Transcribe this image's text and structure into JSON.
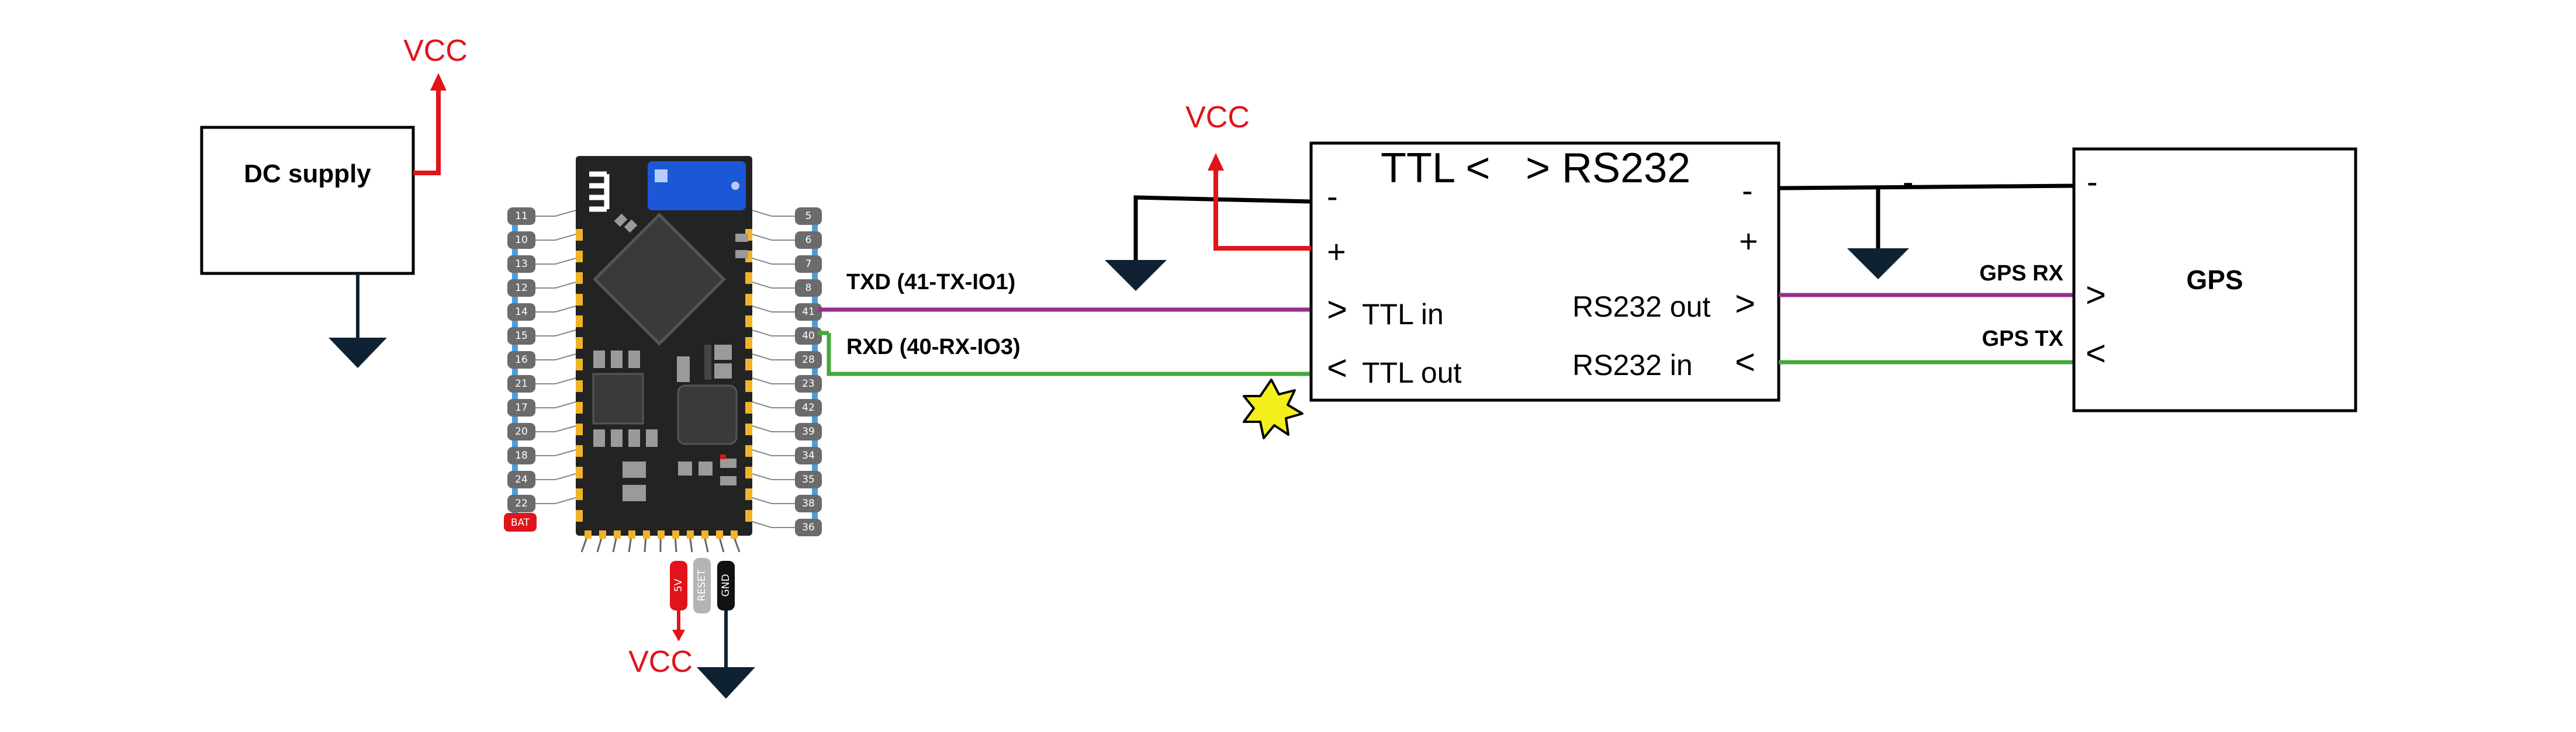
{
  "dc_supply": {
    "label": "DC supply",
    "vcc": "VCC"
  },
  "module": {
    "left_pins": [
      "11",
      "10",
      "13",
      "12",
      "14",
      "15",
      "16",
      "21",
      "17",
      "20",
      "18",
      "24",
      "22"
    ],
    "left_bottom_pin": "BAT",
    "right_pins": [
      "5",
      "6",
      "7",
      "8",
      "41",
      "40",
      "28",
      "23",
      "42",
      "39",
      "34",
      "35",
      "38",
      "36"
    ],
    "bottom_pins": {
      "v5": "5V",
      "reset": "RESET",
      "gnd": "GND"
    },
    "vcc": "VCC"
  },
  "wires": {
    "txd": "TXD (41-TX-IO1)",
    "rxd": "RXD (40-RX-IO3)"
  },
  "converter": {
    "vcc": "VCC",
    "title_left": "TTL <",
    "title_right": "> RS232",
    "minus_left": "-",
    "plus_left": "+",
    "minus_right": "-",
    "plus_right": "+",
    "ttl_in_arrow": ">",
    "ttl_in": "TTL in",
    "ttl_out_arrow": "<",
    "ttl_out": "TTL out",
    "rs232_out": "RS232 out",
    "rs232_out_arrow": ">",
    "rs232_in": "RS232 in",
    "rs232_in_arrow": "<"
  },
  "gps": {
    "label": "GPS",
    "minus_outside": "-",
    "minus_inside": "-",
    "rx_label": "GPS RX",
    "rx_arrow": ">",
    "tx_label": "GPS TX",
    "tx_arrow": "<"
  },
  "colors": {
    "vcc": "#e0141a",
    "wire_tx": "#93308f",
    "wire_rx": "#44a83a",
    "ground": "#0e2233",
    "board": "#232323",
    "pin_pad": "#f0b429",
    "pin_label_bg": "#6b6b6b",
    "bat_bg": "#e0141a",
    "star": "#f3ef1a"
  }
}
